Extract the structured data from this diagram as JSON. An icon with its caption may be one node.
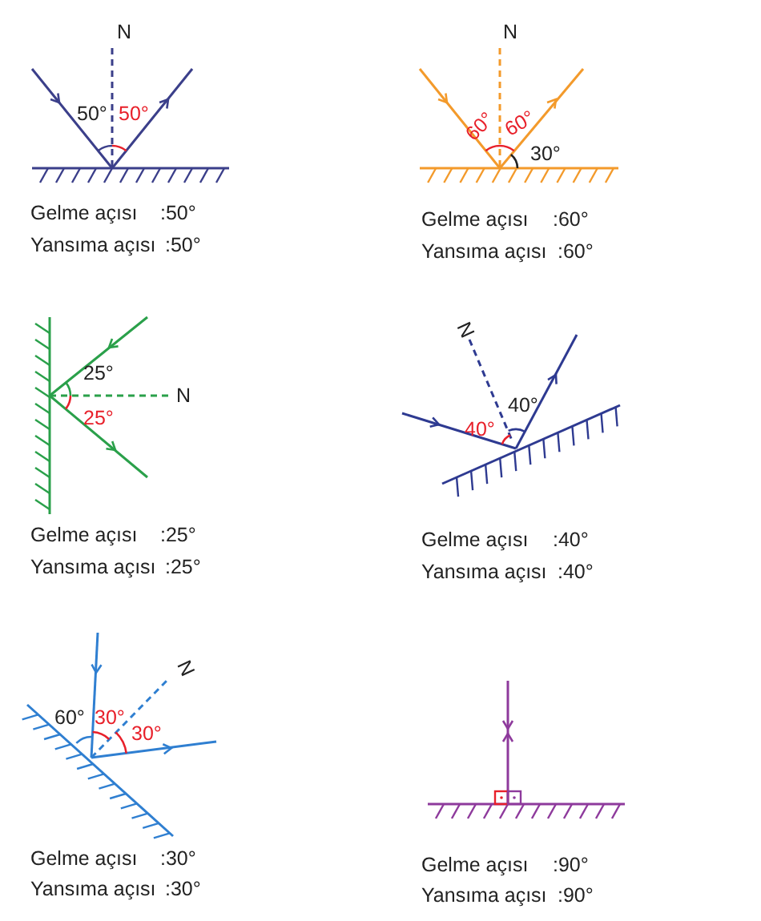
{
  "diagram": {
    "labels": [
      "N",
      "50°",
      "50°",
      "Gelme açısı",
      ":50°",
      "Yansıma açısı",
      ":50°",
      "N",
      "60°",
      "60°",
      "30°",
      "Gelme açısı",
      ":60°",
      "Yansıma açısı",
      ":60°",
      "25°",
      "N",
      "25°",
      "Gelme açısı",
      ":25°",
      "Yansıma açısı",
      ":25°",
      "N",
      "40°",
      "40°",
      "Gelme açısı",
      ":40°",
      "Yansıma açısı",
      ":40°",
      "N",
      "60°",
      "30°",
      "30°",
      "Gelme açısı",
      ":30°",
      "Yansıma açısı",
      ":30°",
      "Gelme açısı",
      ":90°",
      "Yansıma açısı",
      ":90°"
    ]
  }
}
